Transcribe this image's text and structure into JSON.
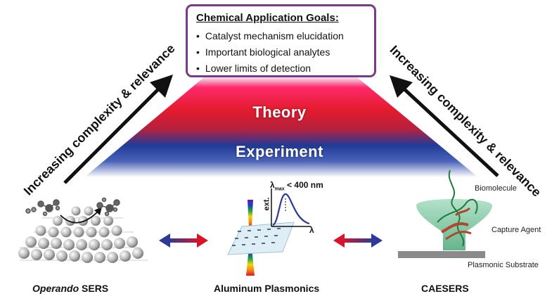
{
  "goals": {
    "title": "Chemical Application Goals:",
    "items": [
      "Catalyst mechanism elucidation",
      "Important biological analytes",
      "Lower limits of detection"
    ]
  },
  "pyramid": {
    "theory_label": "Theory",
    "experiment_label": "Experiment"
  },
  "arrows": {
    "left_label": "Increasing complexity & relevance",
    "right_label": "Increasing complexity & relevance"
  },
  "panels": {
    "left": {
      "title_italic": "Operando",
      "title_rest": " SERS"
    },
    "middle": {
      "title": "Aluminum Plasmonics",
      "lambda_max_symbol": "λ",
      "lambda_max_sub": "max",
      "lambda_max_value": "< 400 nm",
      "y_axis_label": "ext.",
      "x_axis_label": "λ"
    },
    "right": {
      "title": "CAESERS",
      "labels": [
        "Biomolecule",
        "Capture Agent",
        "Plasmonic Substrate"
      ]
    }
  },
  "colors": {
    "goals_border": "#7b3a87",
    "theory": "#e31b2c",
    "experiment": "#213a96",
    "arrow_red": "#d9142a",
    "arrow_blue": "#2a3b9a"
  }
}
